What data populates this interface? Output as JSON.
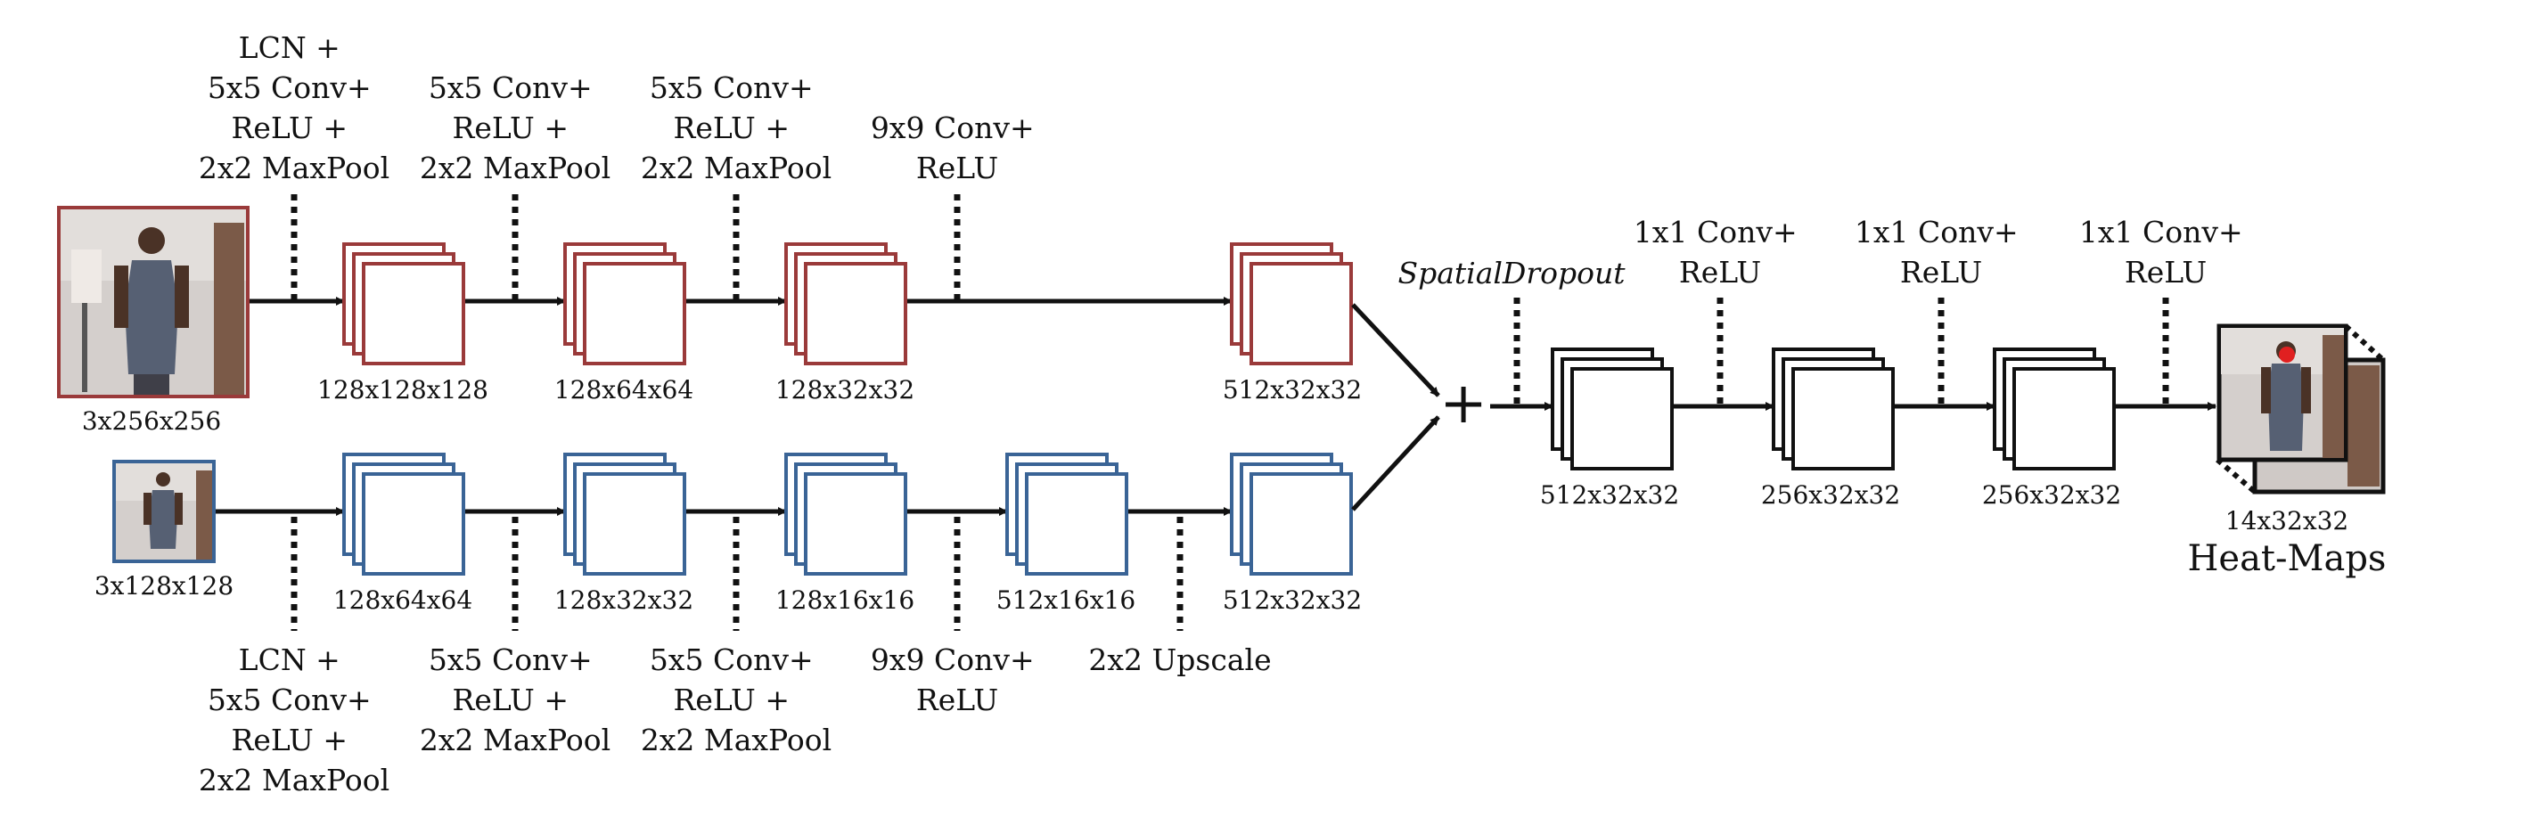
{
  "colors": {
    "top_stream": "#9a3a3a",
    "bottom_stream": "#3a6496",
    "merged_stream": "#111111",
    "photo_background": "#c9c4c2",
    "heatmap_marker": "#e02020"
  },
  "top_stream": {
    "input_label": "3x256x256",
    "layers": [
      {
        "op": [
          "LCN +",
          "5x5 Conv+",
          "ReLU +",
          "2x2 MaxPool"
        ],
        "output": "128x128x128"
      },
      {
        "op": [
          "5x5 Conv+",
          "ReLU +",
          "2x2 MaxPool"
        ],
        "output": "128x64x64"
      },
      {
        "op": [
          "5x5 Conv+",
          "ReLU +",
          "2x2 MaxPool"
        ],
        "output": "128x32x32"
      },
      {
        "op": [
          "9x9 Conv+",
          "ReLU"
        ],
        "output": "512x32x32"
      }
    ]
  },
  "bottom_stream": {
    "input_label": "3x128x128",
    "layers": [
      {
        "op": [
          "LCN +",
          "5x5 Conv+",
          "ReLU +",
          "2x2 MaxPool"
        ],
        "output": "128x64x64"
      },
      {
        "op": [
          "5x5 Conv+",
          "ReLU +",
          "2x2 MaxPool"
        ],
        "output": "128x32x32"
      },
      {
        "op": [
          "5x5 Conv+",
          "ReLU +",
          "2x2 MaxPool"
        ],
        "output": "128x16x16"
      },
      {
        "op": [
          "9x9 Conv+",
          "ReLU"
        ],
        "output": "512x16x16"
      },
      {
        "op": [
          "2x2 Upscale"
        ],
        "output": "512x32x32"
      }
    ]
  },
  "merge": {
    "symbol": "+",
    "dropout_label": "SpatialDropout"
  },
  "merged_stream": {
    "layers": [
      {
        "op": [],
        "output": "512x32x32"
      },
      {
        "op": [
          "1x1 Conv+",
          "ReLU"
        ],
        "output": "256x32x32"
      },
      {
        "op": [
          "1x1 Conv+",
          "ReLU"
        ],
        "output": "256x32x32"
      },
      {
        "op": [
          "1x1 Conv+",
          "ReLU"
        ],
        "output": "14x32x32"
      }
    ],
    "output_title": "Heat-Maps"
  },
  "icons": [
    "input-person-photo-icon",
    "heatmap-photo-icon"
  ]
}
